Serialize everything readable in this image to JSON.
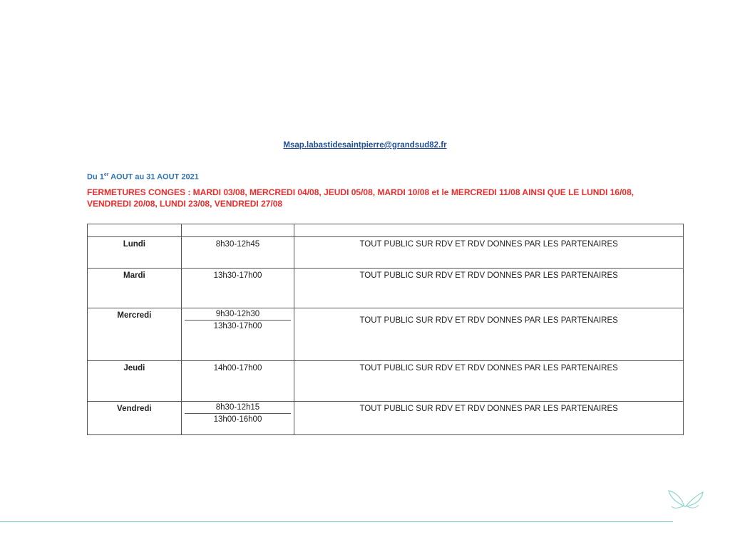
{
  "document": {
    "email": "Msap.labastidesaintpierre@grandsud82.fr",
    "period": {
      "prefix": "Du 1",
      "superscript": "er",
      "suffix": " AOUT au 31 AOUT 2021"
    },
    "closures": "FERMETURES CONGES : MARDI 03/08, MERCREDI 04/08, JEUDI 05/08, MARDI 10/08 et le MERCREDI 11/08 AINSI QUE LE LUNDI 16/08, VENDREDI 20/08, LUNDI 23/08, VENDREDI 27/08"
  },
  "schedule": {
    "rows": [
      {
        "day": "Lundi",
        "hours": [
          "8h30-12h45"
        ],
        "desc": "TOUT PUBLIC SUR RDV ET RDV DONNES PAR LES PARTENAIRES"
      },
      {
        "day": "Mardi",
        "hours": [
          "13h30-17h00"
        ],
        "desc": "TOUT PUBLIC SUR RDV ET RDV DONNES PAR LES PARTENAIRES"
      },
      {
        "day": "Mercredi",
        "hours": [
          "9h30-12h30",
          "13h30-17h00"
        ],
        "desc": "TOUT PUBLIC SUR RDV ET RDV DONNES PAR LES PARTENAIRES"
      },
      {
        "day": "Jeudi",
        "hours": [
          "14h00-17h00"
        ],
        "desc": "TOUT PUBLIC SUR RDV ET RDV DONNES PAR LES PARTENAIRES"
      },
      {
        "day": "Vendredi",
        "hours": [
          "8h30-12h15",
          "13h00-16h00"
        ],
        "desc": "TOUT PUBLIC SUR RDV ET RDV DONNES PAR LES PARTENAIRES"
      }
    ]
  },
  "colors": {
    "email": "#1f4e9a",
    "period": "#2e74b5",
    "closures": "#ee2b2b",
    "accent_line": "#7fcfc9"
  },
  "icons": {
    "logo": "butterfly-logo-icon"
  }
}
